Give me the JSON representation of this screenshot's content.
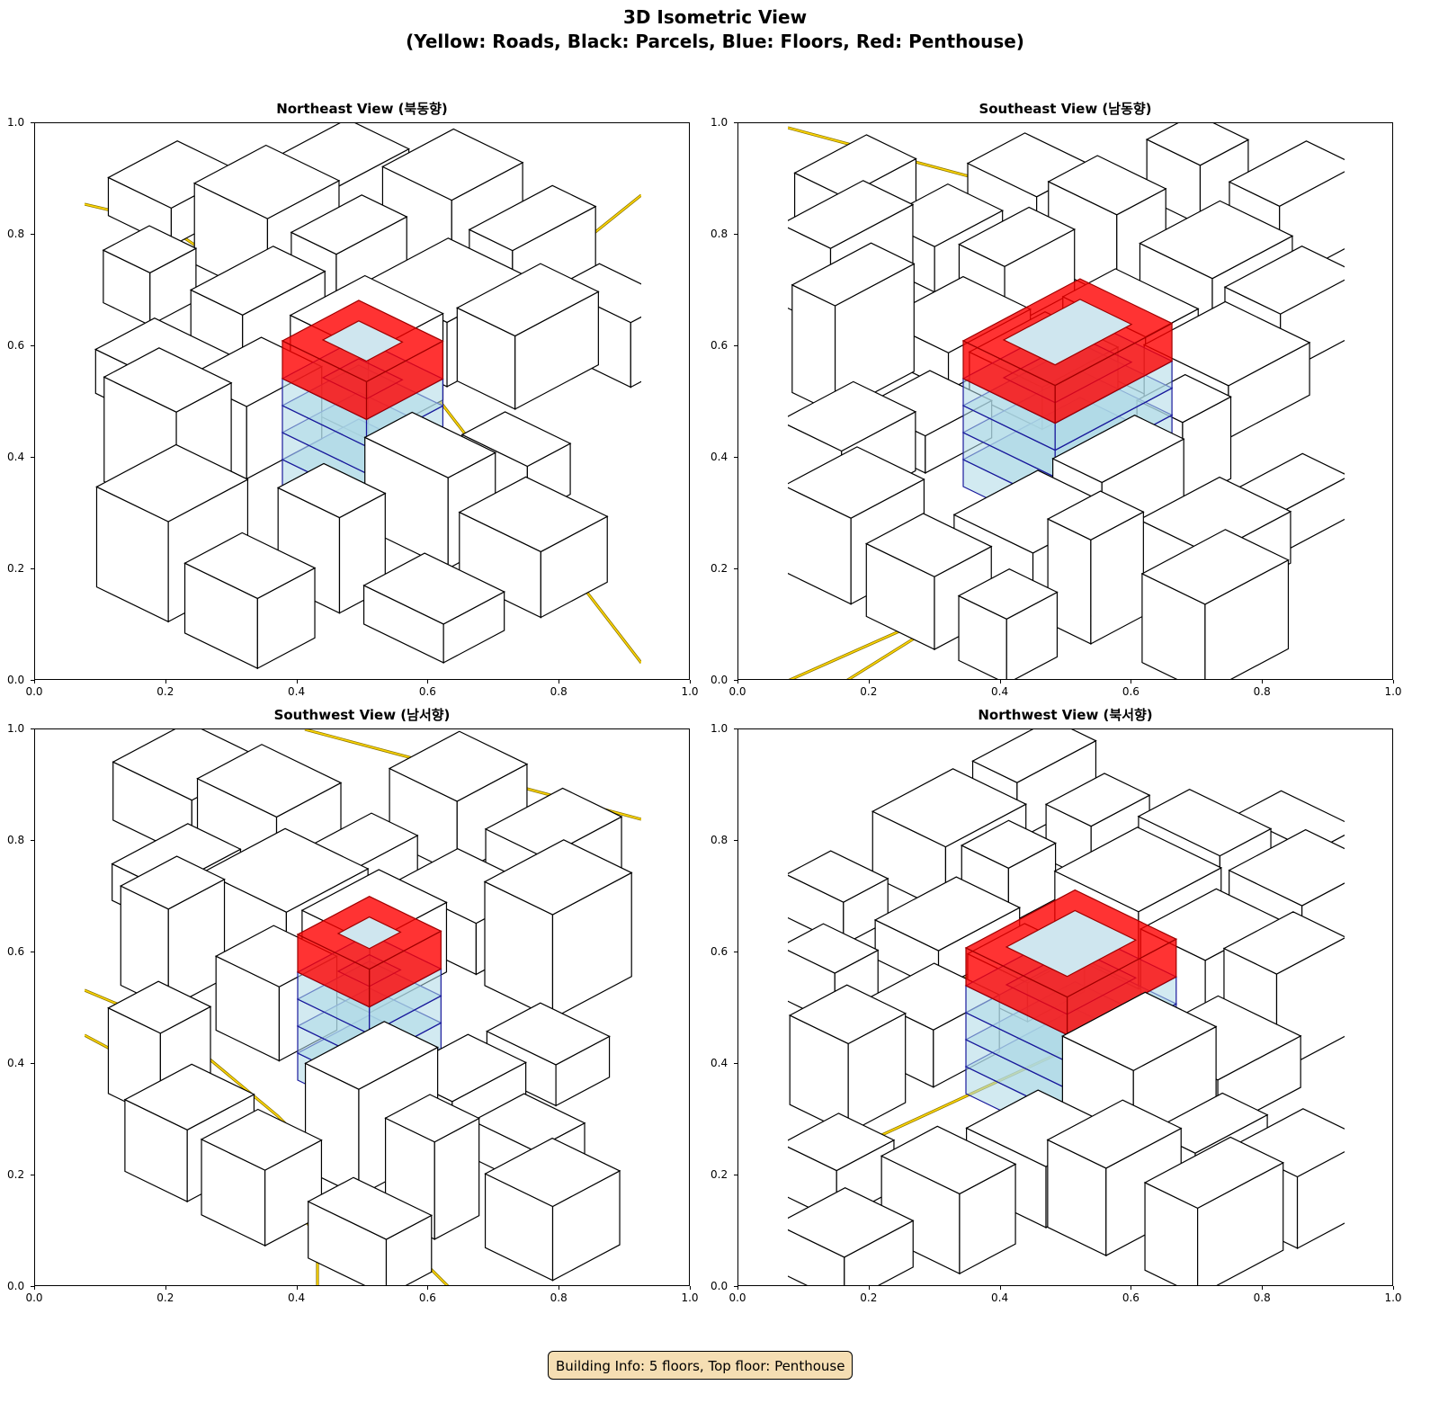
{
  "figure": {
    "title_line1": "3D Isometric View",
    "title_line2": "(Yellow: Roads, Black: Parcels, Blue: Floors, Red: Penthouse)"
  },
  "panels": [
    {
      "title": "Northeast View (북동향)"
    },
    {
      "title": "Southeast View (남동향)"
    },
    {
      "title": "Southwest View (남서향)"
    },
    {
      "title": "Northwest View (북서향)"
    }
  ],
  "axes": {
    "x_ticks": [
      "0.0",
      "0.2",
      "0.4",
      "0.6",
      "0.8",
      "1.0"
    ],
    "y_ticks": [
      "0.0",
      "0.2",
      "0.4",
      "0.6",
      "0.8",
      "1.0"
    ]
  },
  "colors": {
    "road": "#ffd700",
    "road_edge": "#8b7500",
    "parcel": "#000000",
    "floor": "#add8e6",
    "floor_edge": "#1a1a9c",
    "penthouse": "#ff0000"
  },
  "info_box": "Building Info: 5 floors, Top floor: Penthouse"
}
